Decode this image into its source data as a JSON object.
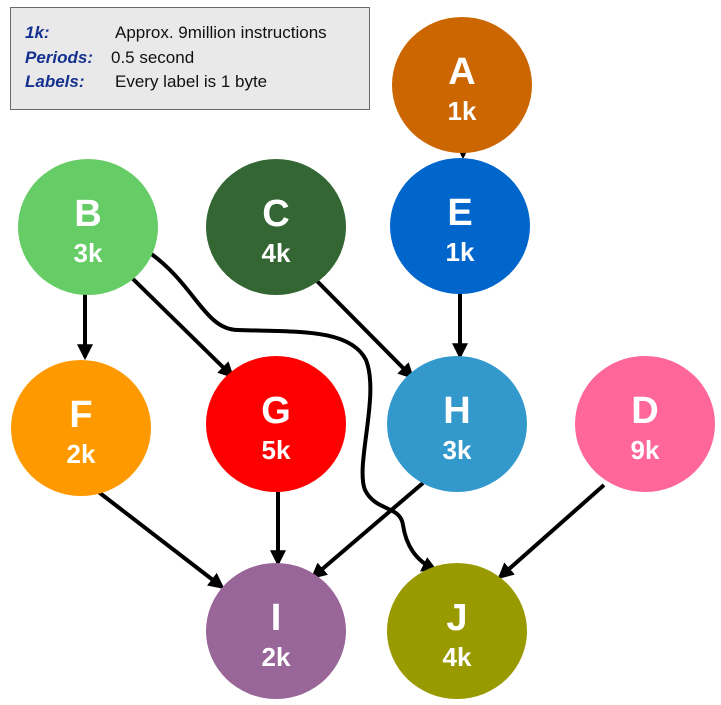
{
  "legend": {
    "rows": [
      {
        "key": "1k:",
        "value": "Approx. 9million instructions"
      },
      {
        "key": "Periods:",
        "value": "0.5 second"
      },
      {
        "key": "Labels:",
        "value": "Every label is 1 byte"
      }
    ]
  },
  "nodes": [
    {
      "id": "A",
      "label": "A",
      "size": "1k",
      "color": "#cc6600"
    },
    {
      "id": "B",
      "label": "B",
      "size": "3k",
      "color": "#66cc66"
    },
    {
      "id": "C",
      "label": "C",
      "size": "4k",
      "color": "#336633"
    },
    {
      "id": "E",
      "label": "E",
      "size": "1k",
      "color": "#0066cc"
    },
    {
      "id": "F",
      "label": "F",
      "size": "2k",
      "color": "#ff9900"
    },
    {
      "id": "G",
      "label": "G",
      "size": "5k",
      "color": "#ff0000"
    },
    {
      "id": "H",
      "label": "H",
      "size": "3k",
      "color": "#3399cc"
    },
    {
      "id": "D",
      "label": "D",
      "size": "9k",
      "color": "#ff6699"
    },
    {
      "id": "I",
      "label": "I",
      "size": "2k",
      "color": "#996699"
    },
    {
      "id": "J",
      "label": "J",
      "size": "4k",
      "color": "#999900"
    }
  ],
  "edges": [
    {
      "from": "A",
      "to": "E"
    },
    {
      "from": "B",
      "to": "F"
    },
    {
      "from": "B",
      "to": "G"
    },
    {
      "from": "B",
      "to": "J"
    },
    {
      "from": "C",
      "to": "H"
    },
    {
      "from": "E",
      "to": "H"
    },
    {
      "from": "F",
      "to": "I"
    },
    {
      "from": "G",
      "to": "I"
    },
    {
      "from": "H",
      "to": "I"
    },
    {
      "from": "D",
      "to": "J"
    }
  ]
}
